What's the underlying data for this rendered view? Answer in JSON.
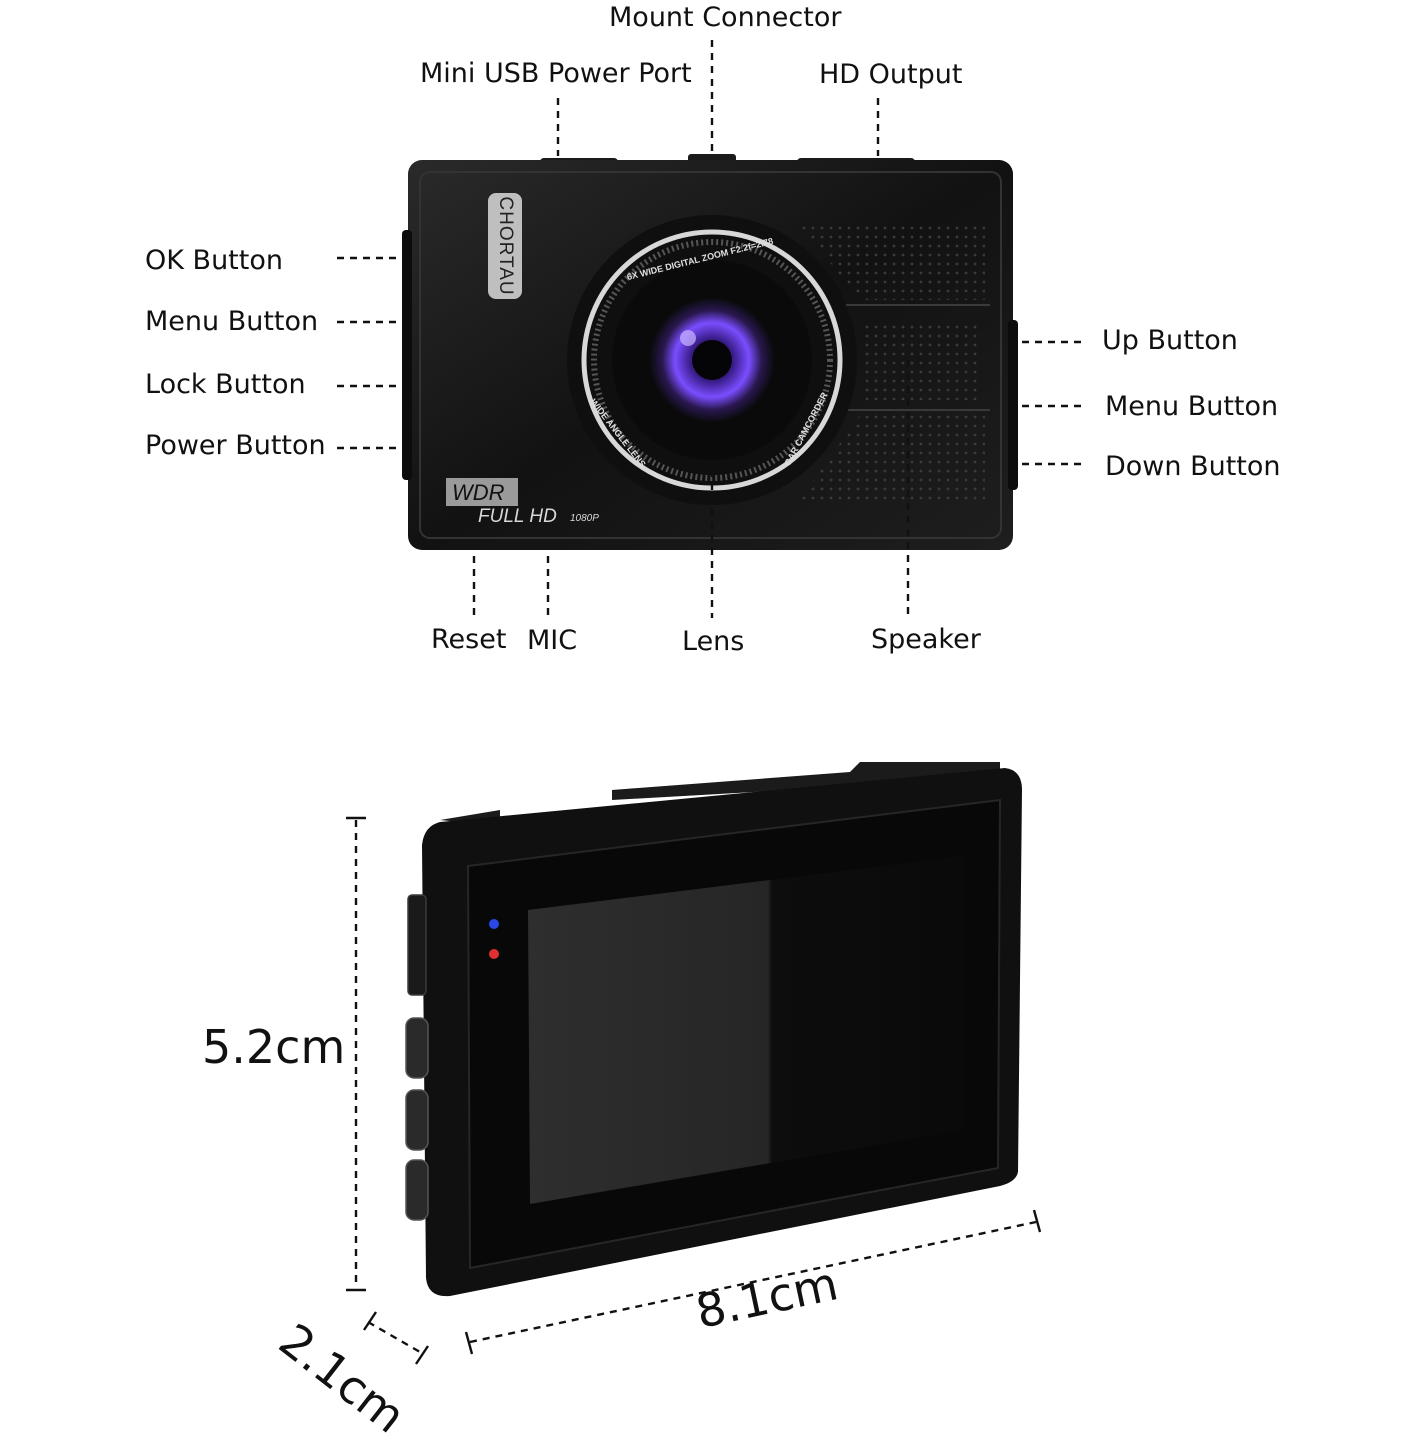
{
  "callouts": {
    "mount_connector": "Mount Connector",
    "mini_usb_power_port": "Mini USB Power Port",
    "hd_output": "HD Output",
    "ok_button": "OK Button",
    "menu_button_left": "Menu Button",
    "lock_button": "Lock Button",
    "power_button": "Power Button",
    "up_button": "Up Button",
    "menu_button_right": "Menu Button",
    "down_button": "Down Button",
    "reset": "Reset",
    "mic": "MIC",
    "lens": "Lens",
    "speaker": "Speaker"
  },
  "device_print": {
    "brand": "CHORTAU",
    "wdr": "WDR",
    "full_hd": "FULL HD",
    "resolution": "1080P",
    "lens_ring_top": "6X WIDE DIGITAL ZOOM F2.2f=2.78",
    "lens_ring_left": "WIDE ANGLE LENS",
    "lens_ring_right": "CAR CAMCORDER"
  },
  "dimensions": {
    "height": "5.2cm",
    "width": "8.1cm",
    "depth": "2.1cm"
  },
  "colors": {
    "body": "#141414",
    "lens_glow": "#7a4dff",
    "led_blue": "#2a48e8",
    "led_red": "#e23030"
  }
}
